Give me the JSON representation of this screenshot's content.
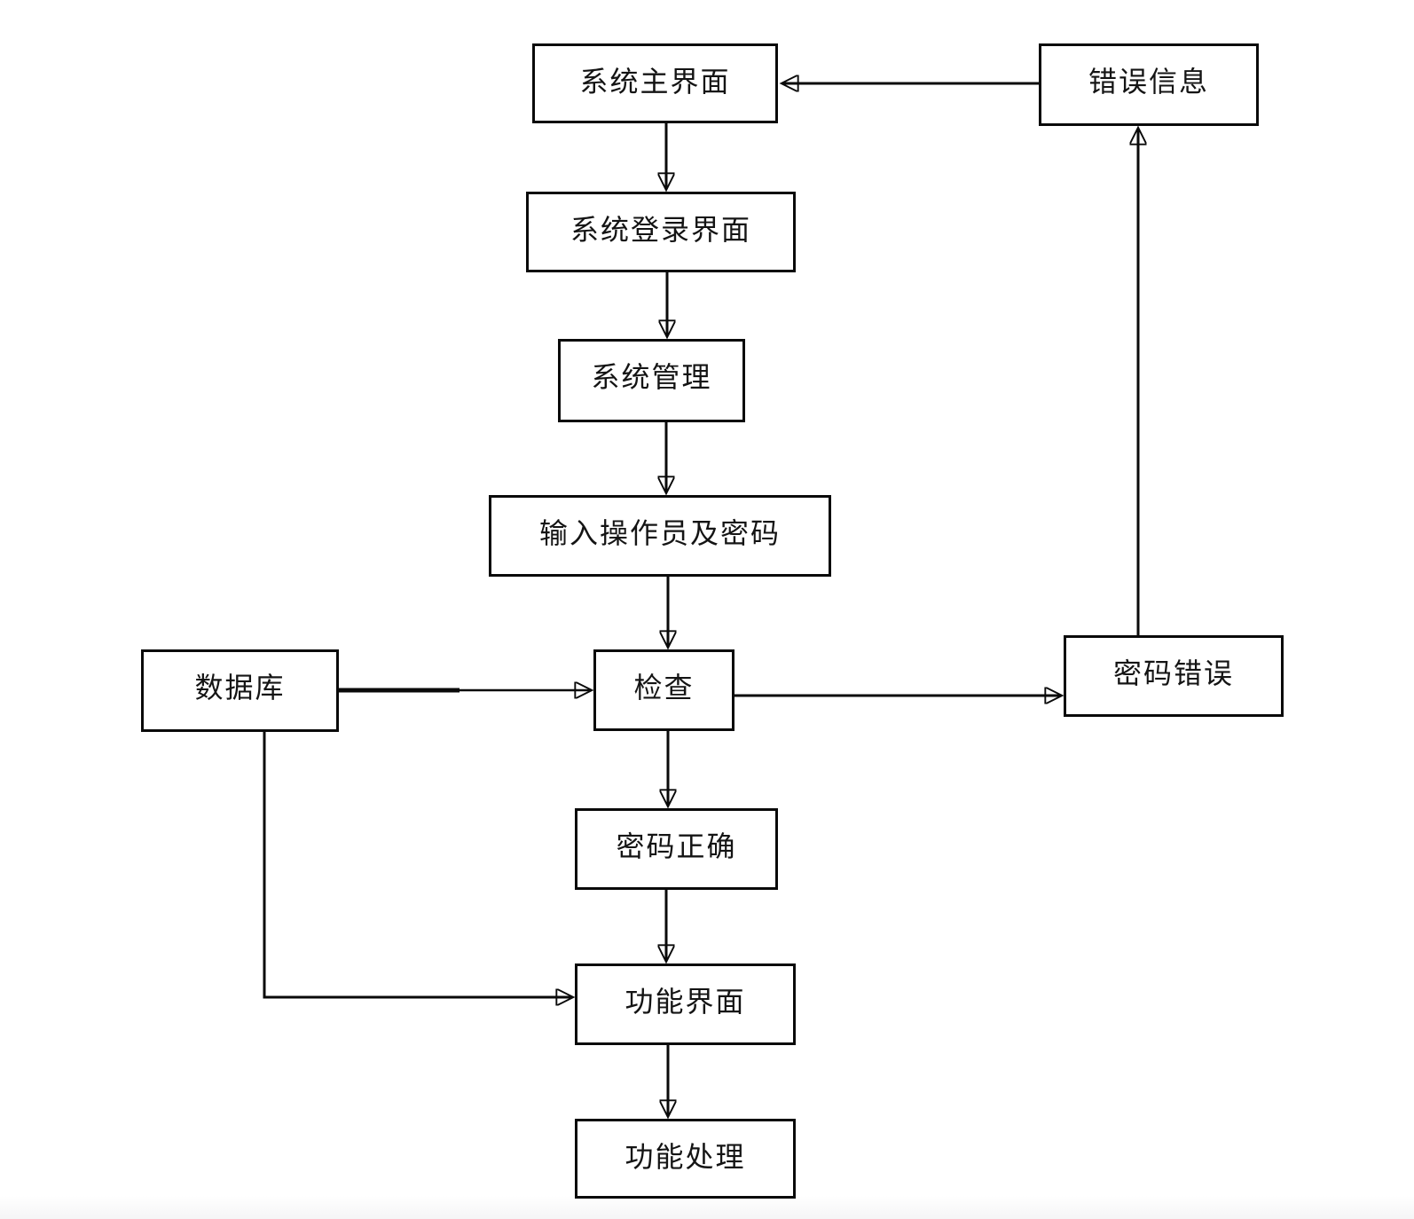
{
  "diagram": {
    "type": "flowchart",
    "description_language": "zh-CN",
    "nodes": {
      "system_main": {
        "label": "系统主界面"
      },
      "error_info": {
        "label": "错误信息"
      },
      "system_login": {
        "label": "系统登录界面"
      },
      "system_mgmt": {
        "label": "系统管理"
      },
      "input_operator": {
        "label": "输入操作员及密码"
      },
      "database": {
        "label": "数据库"
      },
      "check": {
        "label": "检查"
      },
      "pwd_wrong": {
        "label": "密码错误"
      },
      "pwd_correct": {
        "label": "密码正确"
      },
      "func_ui": {
        "label": "功能界面"
      },
      "func_proc": {
        "label": "功能处理"
      }
    },
    "edges": [
      {
        "from": "system_main",
        "to": "system_login"
      },
      {
        "from": "error_info",
        "to": "system_main"
      },
      {
        "from": "system_login",
        "to": "system_mgmt"
      },
      {
        "from": "system_mgmt",
        "to": "input_operator"
      },
      {
        "from": "input_operator",
        "to": "check"
      },
      {
        "from": "database",
        "to": "check"
      },
      {
        "from": "check",
        "to": "pwd_wrong"
      },
      {
        "from": "pwd_wrong",
        "to": "error_info"
      },
      {
        "from": "check",
        "to": "pwd_correct"
      },
      {
        "from": "pwd_correct",
        "to": "func_ui"
      },
      {
        "from": "database",
        "to": "func_ui"
      },
      {
        "from": "func_ui",
        "to": "func_proc"
      }
    ],
    "colors": {
      "line": "#0a0a0a",
      "text": "#141414",
      "background": "#ffffff"
    }
  }
}
